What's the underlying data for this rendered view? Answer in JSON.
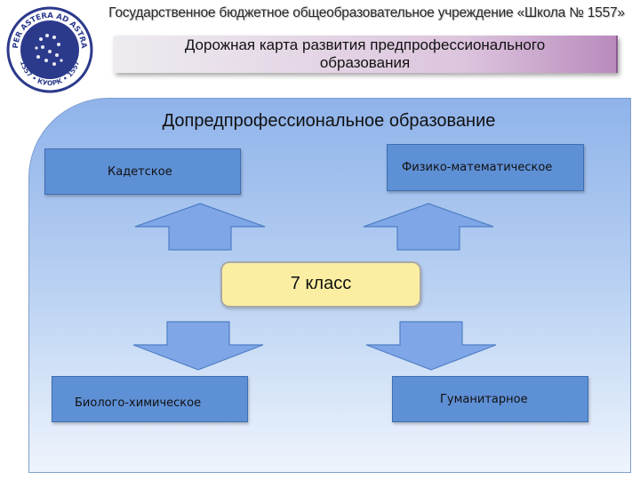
{
  "header": {
    "org_name": "Государственное бюджетное общеобразовательное учреждение «Школа № 1557»",
    "logo_text_top": "PER ASTERA AD ASTRA",
    "logo_text_bottom": "1557 • КУОРК • 1557"
  },
  "banner": {
    "line1": "Дорожная карта развития предпрофессионального",
    "line2": "образования"
  },
  "diagram": {
    "title": "Допредпрофессиональное образование",
    "center": "7 класс",
    "boxes": {
      "cadet": "Кадетское",
      "physmath": "Физико-математическое",
      "biochem": "Биолого-химическое",
      "humanities": "Гуманитарное"
    }
  },
  "colors": {
    "box_fill": "#5e90d6",
    "center_fill": "#fbeea2",
    "arrow_fill": "#7fa6e6",
    "panel_top": "#8fb3ea",
    "logo_ring": "#2c3a8c"
  }
}
